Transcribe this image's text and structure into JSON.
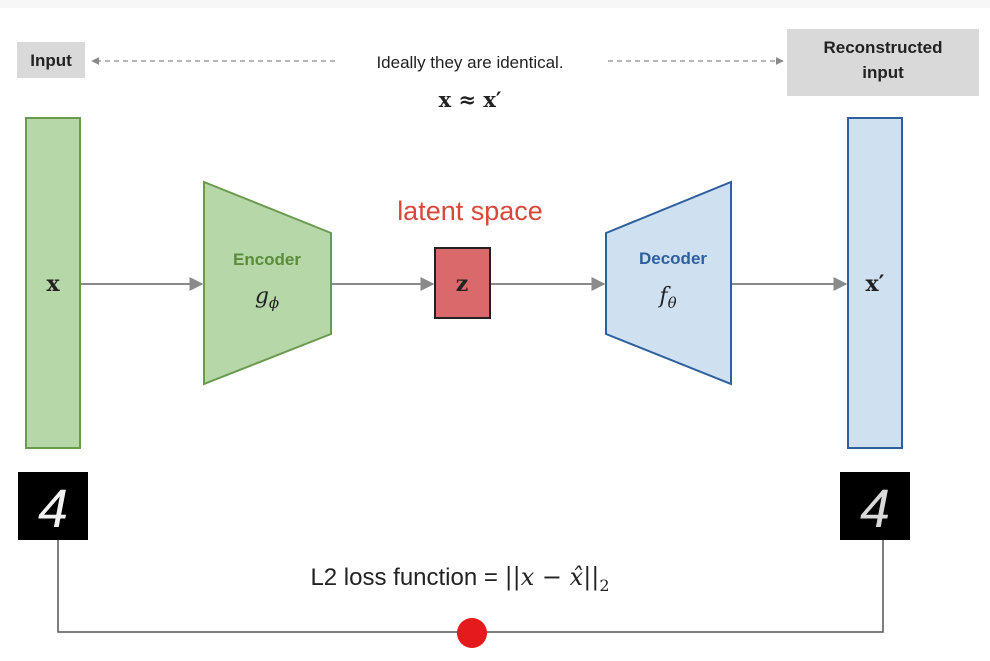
{
  "labels": {
    "input": "Input",
    "reconstructed_line1": "Reconstructed",
    "reconstructed_line2": "input",
    "ideally": "Ideally they are identical.",
    "latent_space": "latent space",
    "encoder": "Encoder",
    "decoder": "Decoder",
    "loss_prefix": "L2 loss function = "
  },
  "math": {
    "x": "x",
    "x_prime": "x′",
    "approx": "x ≈ x′",
    "encoder_fn": "g",
    "encoder_sub": "ϕ",
    "decoder_fn": "f",
    "decoder_sub": "θ",
    "z": "z",
    "loss_formula_pre": "||x − ",
    "loss_hat_x": "x̂",
    "loss_formula_post": "||",
    "loss_sub": "2"
  },
  "digits": {
    "input_digit": "4",
    "output_digit": "4"
  },
  "colors": {
    "input_fill": "#b6d7a8",
    "input_stroke": "#6a9a4e",
    "output_fill": "#cfe0f1",
    "output_stroke": "#2f5f9e",
    "latent_fill": "#d9696a",
    "latent_text": "#d8473a",
    "encoder_text": "#5a8c3a",
    "decoder_text": "#2f5f9e",
    "label_box": "#d9d9d9",
    "loss_dot": "#e41a1c"
  }
}
